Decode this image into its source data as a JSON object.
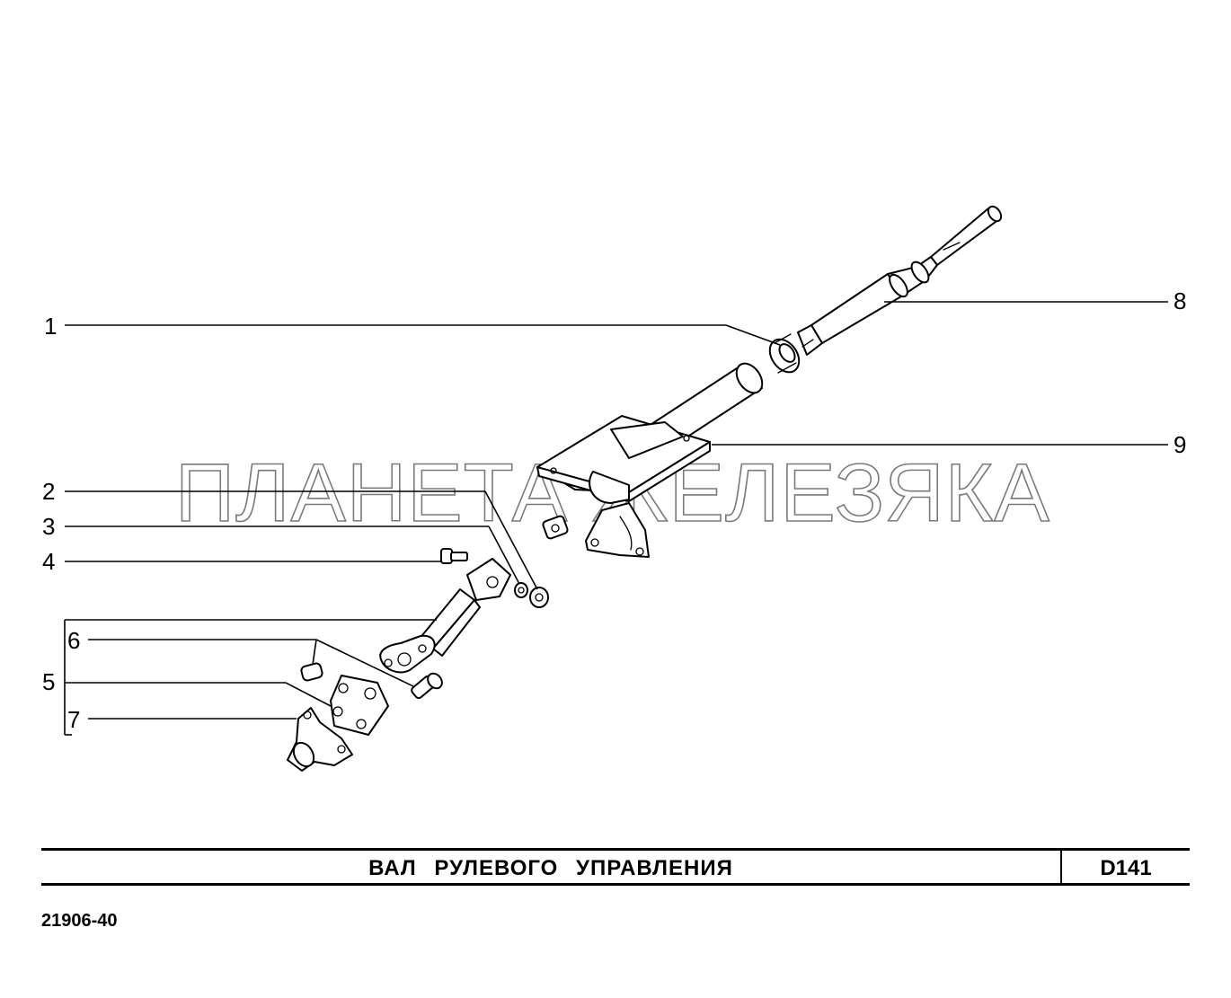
{
  "title": "ВАЛ РУЛЕВОГО УПРАВЛЕНИЯ",
  "sheet_code": "D141",
  "model_code": "21906-40",
  "watermark": "ПЛАНЕТА ЖЕЛЕЗЯКА",
  "callouts": {
    "c1": "1",
    "c2": "2",
    "c3": "3",
    "c4": "4",
    "c5": "5",
    "c6": "6",
    "c7": "7",
    "c8": "8",
    "c9": "9"
  },
  "colors": {
    "line": "#000000",
    "watermark": "#7a7a7a",
    "background": "#ffffff"
  }
}
